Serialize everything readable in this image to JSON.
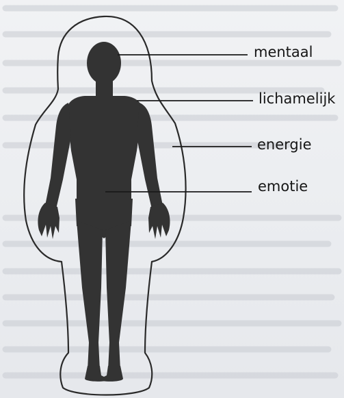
{
  "labels": {
    "mentaal": "mentaal",
    "lichamelijk": "lichamelijk",
    "energie": "energie",
    "emotie": "emotie"
  },
  "colors": {
    "silhouette": "#333333",
    "aura_outline": "#2a2a2a",
    "leader_line": "#1a1a1a",
    "label_text": "#161616",
    "page_background": "#eceef1",
    "show_through_text": "#c9ccd2"
  }
}
